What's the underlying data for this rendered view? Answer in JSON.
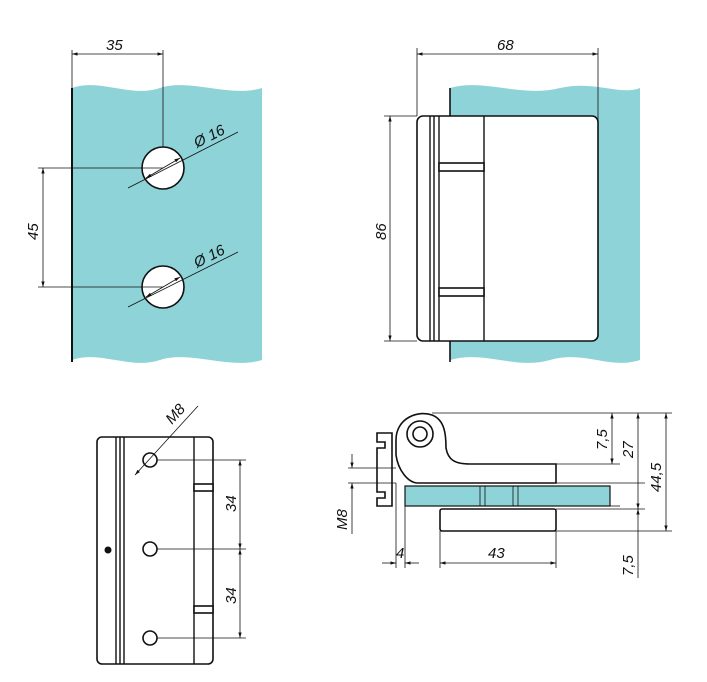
{
  "colors": {
    "glass": "#8dd3d7",
    "line": "#111111",
    "background": "#ffffff"
  },
  "views": {
    "glass_cutout": {
      "dim_edge_to_hole": "35",
      "dim_hole_spacing": "45",
      "dim_hole1_diameter": "Ø 16",
      "dim_hole2_diameter": "Ø 16"
    },
    "side_view": {
      "dim_width": "68",
      "dim_height": "86"
    },
    "front_plate": {
      "dim_thread": "M8",
      "dim_spacing_1": "34",
      "dim_spacing_2": "34"
    },
    "section_view": {
      "dim_7_5_top": "7,5",
      "dim_27": "27",
      "dim_44_5": "44,5",
      "dim_7_5_bottom": "7,5",
      "dim_m8": "M8",
      "dim_4": "4",
      "dim_43": "43"
    }
  }
}
